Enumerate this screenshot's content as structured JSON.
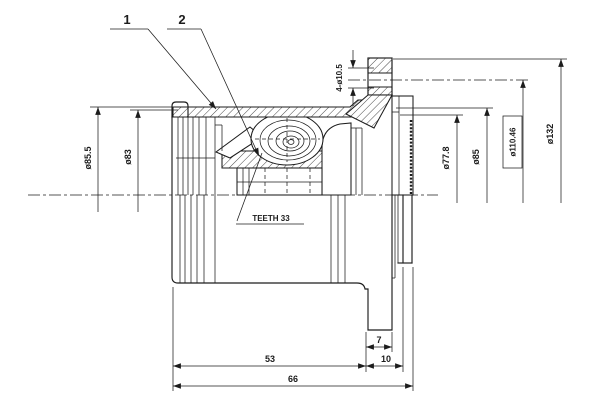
{
  "callouts": {
    "item1": "1",
    "item2": "2"
  },
  "annotations": {
    "teeth_count": "TEETH 33",
    "bolt_holes": "4-ø10.5"
  },
  "dimensions": {
    "outer_boot_diameter": "ø85.5",
    "body_diameter": "ø83",
    "pilot_diameter": "ø77.8",
    "shoulder_diameter": "ø85",
    "bolt_circle_diameter": "ø110.46",
    "flange_diameter": "ø132",
    "body_length": "53",
    "pilot_length": "7",
    "flange_offset": "10",
    "total_length": "66"
  },
  "colors": {
    "line": "#1c1c1c",
    "background": "#ffffff"
  }
}
